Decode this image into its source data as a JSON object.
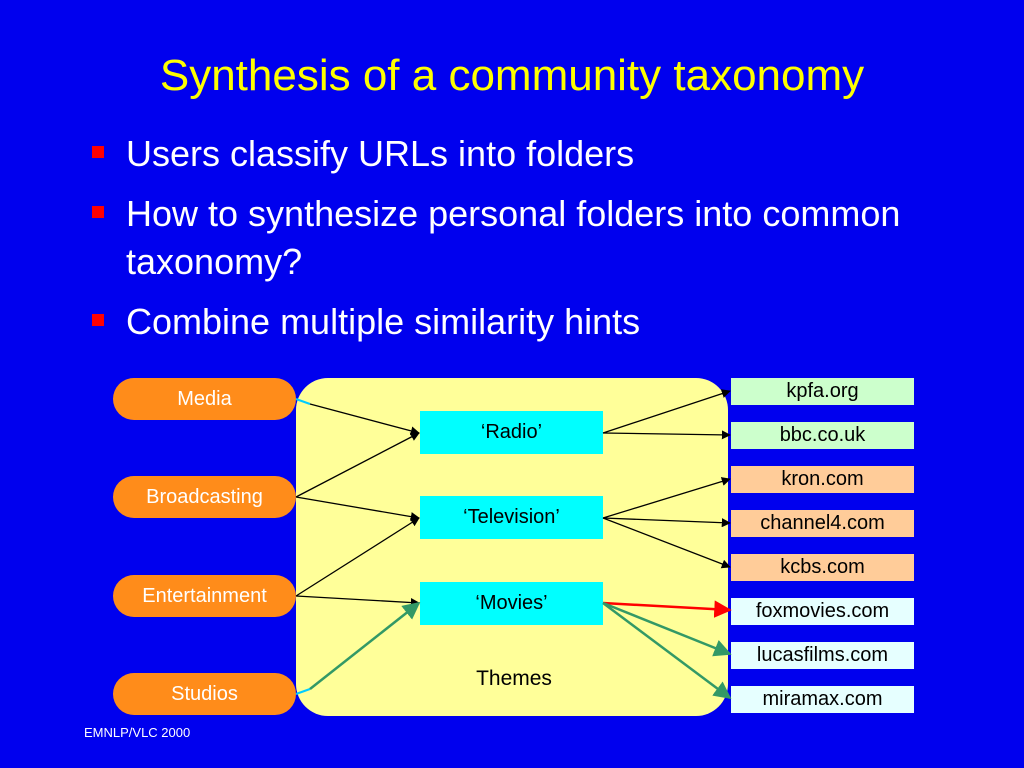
{
  "slide": {
    "title": "Synthesis of a community taxonomy",
    "bullets": [
      "Users classify URLs into folders",
      "How to synthesize personal folders into common taxonomy?",
      "Combine multiple similarity hints"
    ],
    "footer": "EMNLP/VLC 2000"
  },
  "diagram": {
    "themes_label": "Themes",
    "folders": [
      "Media",
      "Broadcasting",
      "Entertainment",
      "Studios"
    ],
    "themes": [
      "‘Radio’",
      "‘Television’",
      "‘Movies’"
    ],
    "urls": [
      "kpfa.org",
      "bbc.co.uk",
      "kron.com",
      "channel4.com",
      "kcbs.com",
      "foxmovies.com",
      "lucasfilms.com",
      "miramax.com"
    ],
    "colors": {
      "background": "#0000ee",
      "title": "#ffff00",
      "bullet_marker": "#ff0000",
      "themes_box": "#ffff99",
      "folder": "#ff8c1a",
      "theme": "#00ffff",
      "url_green": "#ccffcc",
      "url_peach": "#ffcc99",
      "url_pale": "#e6ffff",
      "edge_black": "#000000",
      "edge_red": "#ff0000",
      "edge_green": "#339966",
      "edge_cyan": "#00ccff"
    }
  }
}
